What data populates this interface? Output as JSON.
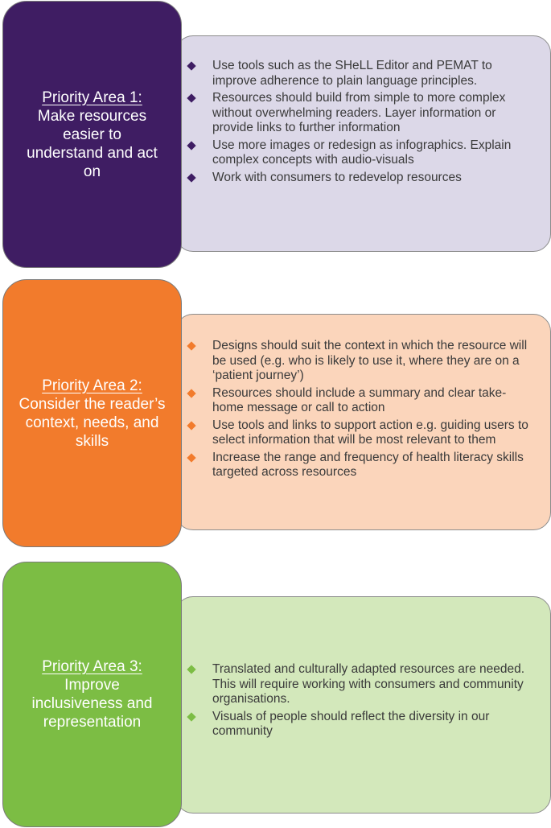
{
  "areas": [
    {
      "heading": "Priority Area 1:",
      "title": "Make resources easier to understand and act on",
      "color": "#3f1d63",
      "panel_color": "#dcd8e8",
      "bullets": [
        "Use tools such as the SHeLL Editor and PEMAT to improve adherence to plain language principles.",
        "Resources should build from simple to more complex without overwhelming readers. Layer information or provide links to further information",
        "Use more images or redesign as infographics. Explain complex concepts with audio-visuals",
        "Work with consumers to redevelop resources"
      ]
    },
    {
      "heading": "Priority Area 2:",
      "title": "Consider the reader’s context, needs, and skills",
      "color": "#f27b2c",
      "panel_color": "#fbd5bb",
      "bullets": [
        "Designs should suit the context in which the resource will be used (e.g. who is likely to use it, where they are on a ‘patient journey’)",
        "Resources should include a summary and clear take-home message or call to action",
        "Use tools and links to support action e.g. guiding users to select information that will be most relevant to them",
        "Increase the range and frequency of health literacy skills targeted across resources"
      ]
    },
    {
      "heading": "Priority Area 3:",
      "title": "Improve inclusiveness and representation",
      "color": "#7cbd44",
      "panel_color": "#d3e8bb",
      "bullets": [
        "Translated and culturally adapted  resources are needed. This will require working with consumers and community organisations.",
        "Visuals of people should reflect the diversity in our community"
      ]
    }
  ]
}
